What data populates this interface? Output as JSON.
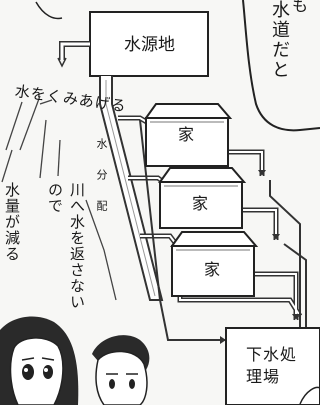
{
  "diagram": {
    "water_source": "水源地",
    "houses": [
      "家",
      "家",
      "家"
    ],
    "distribution": "水分配",
    "pump_up": "水をくみあげる",
    "no_return": "川へ水を返さないので",
    "decrease": "水量が減る",
    "treatment": "下水処理場",
    "speech_text": "水道だと",
    "speech_partial": "も"
  }
}
